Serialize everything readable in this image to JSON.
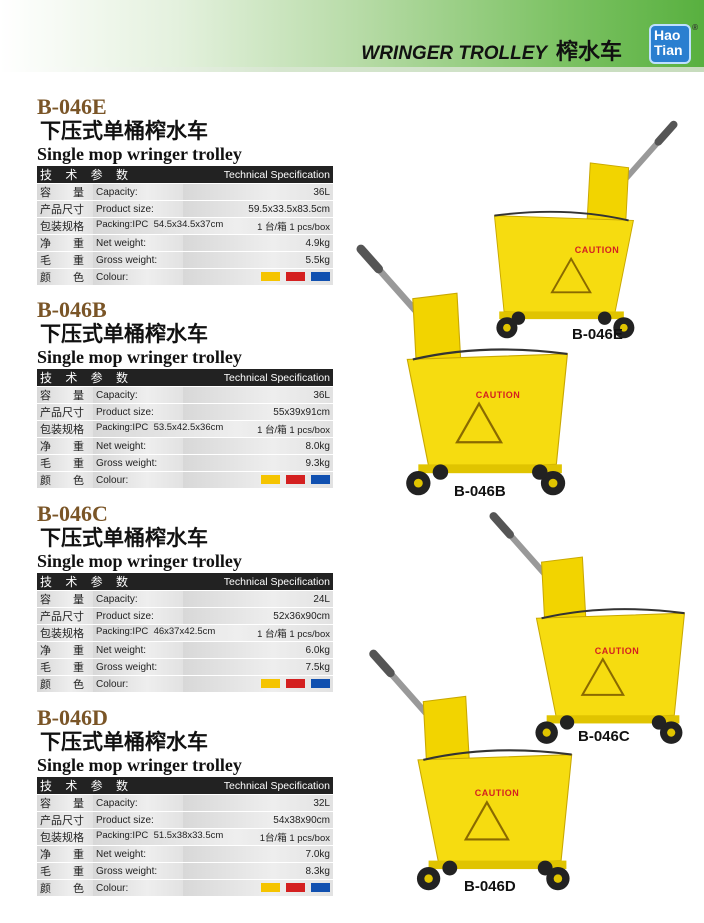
{
  "header": {
    "title": "WRINGER TROLLEY",
    "title_cn": "榨水车",
    "logo_text": "Hao Tian"
  },
  "spec_header": {
    "cn": "技 术 参 数",
    "en": "Technical Specification"
  },
  "labels": {
    "capacity_cn": "容　　量",
    "capacity": "Capacity:",
    "size_cn": "产品尺寸",
    "size": "Product size:",
    "packing_cn": "包装规格",
    "packing": "Packing:IPC",
    "net_cn": "净　　重",
    "net": "Net weight:",
    "gross_cn": "毛　　重",
    "gross": "Gross weight:",
    "colour_cn": "颜　　色",
    "colour": "Colour:"
  },
  "colours": [
    "#f5c400",
    "#d42020",
    "#1050b0"
  ],
  "products": [
    {
      "code": "B-046E",
      "name_cn": "下压式单桶榨水车",
      "name_en": "Single mop wringer trolley",
      "capacity": "36L",
      "size": "59.5x33.5x83.5cm",
      "packing_dim": "54.5x34.5x37cm",
      "packing_qty": "1 台/箱  1 pcs/box",
      "net": "4.9kg",
      "gross": "5.5kg",
      "image_label": "B-046E"
    },
    {
      "code": "B-046B",
      "name_cn": "下压式单桶榨水车",
      "name_en": "Single mop wringer trolley",
      "capacity": "36L",
      "size": "55x39x91cm",
      "packing_dim": "53.5x42.5x36cm",
      "packing_qty": "1 台/箱  1 pcs/box",
      "net": "8.0kg",
      "gross": "9.3kg",
      "image_label": "B-046B"
    },
    {
      "code": "B-046C",
      "name_cn": "下压式单桶榨水车",
      "name_en": "Single mop wringer trolley",
      "capacity": "24L",
      "size": "52x36x90cm",
      "packing_dim": "46x37x42.5cm",
      "packing_qty": "1 台/箱  1 pcs/box",
      "net": "6.0kg",
      "gross": "7.5kg",
      "image_label": "B-046C"
    },
    {
      "code": "B-046D",
      "name_cn": "下压式单桶榨水车",
      "name_en": "Single mop wringer trolley",
      "capacity": "32L",
      "size": "54x38x90cm",
      "packing_dim": "51.5x38x33.5cm",
      "packing_qty": "1台/箱  1 pcs/box",
      "net": "7.0kg",
      "gross": "8.3kg",
      "image_label": "B-046D"
    }
  ],
  "caution_text": "CAUTION"
}
